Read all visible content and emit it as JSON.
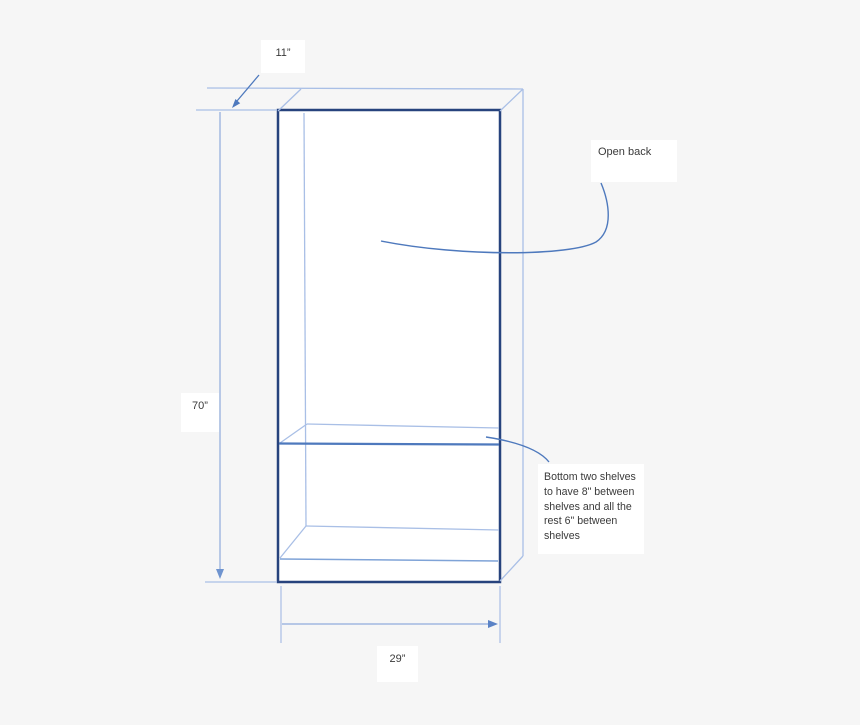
{
  "canvas": {
    "background_color": "#f6f6f6"
  },
  "drawing": {
    "labels": {
      "depth": "11”",
      "height": "70”",
      "width": "29”",
      "open_back": "Open back"
    },
    "shelf_note": {
      "lines": [
        "Bottom two shelves",
        "to have 8\" between",
        "shelves and all the",
        "rest 6\" between",
        "shelves"
      ]
    },
    "colors": {
      "background": "#f6f6f6",
      "cabinet_outline": "#27437d",
      "light_edge": "#a9bfe6",
      "medium_accent": "#4e79bd",
      "dimension_line": "#8fabdc",
      "label_text": "#3a3a3a",
      "label_background": "#ffffff"
    }
  }
}
